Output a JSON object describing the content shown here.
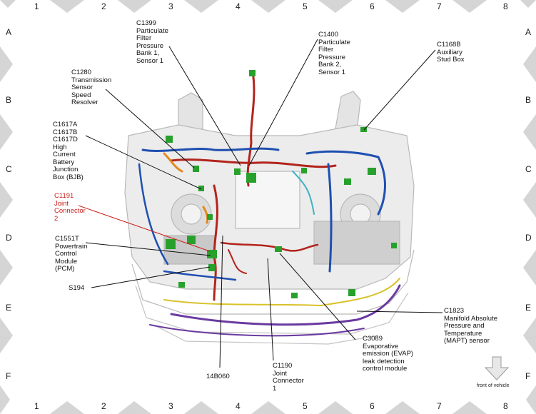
{
  "grid": {
    "columns": [
      "1",
      "2",
      "3",
      "4",
      "5",
      "6",
      "7",
      "8"
    ],
    "rows": [
      "A",
      "B",
      "C",
      "D",
      "E",
      "F"
    ]
  },
  "labels": {
    "c1399": "C1399\nParticulate\nFilter\nPressure\nBank 1,\nSensor 1",
    "c1400": "C1400\nParticulate\nFilter\nPressure\nBank 2,\nSensor 1",
    "c1168b": "C1168B\nAuxiliary\nStud Box",
    "c1280": "C1280\nTransmission\nSensor\nSpeed\nResolver",
    "c1617": "C1617A\nC1617B\nC1617D\nHigh\nCurrent\nBattery\nJunction\nBox (BJB)",
    "c1191": "C1191\nJoint\nConnector\n2",
    "c1551t": "C1551T\nPowertrain\nControl\nModule\n(PCM)",
    "s194": "S194",
    "c1823": "C1823\nManifold Absolute\nPressure and\nTemperature\n(MAPT) sensor",
    "c3089": "C3089\nEvaporative\nemission (EVAP)\nleak detection\ncontrol module",
    "c1190": "C1190\nJoint\nConnector\n1",
    "b14b060": "14B060",
    "front": "front of vehicle"
  },
  "colors": {
    "red_label": "#c8201c",
    "harness_red": "#b3241c",
    "harness_blue": "#1f4fb0",
    "harness_green": "#27a12b",
    "harness_yellow": "#d8c22a",
    "harness_purple": "#6a3aa0",
    "harness_cyan": "#3fb3c0",
    "harness_orange": "#e08a1e",
    "frame_gray": "#d9d9d9",
    "grid_arrow": "#d5d5d5"
  }
}
